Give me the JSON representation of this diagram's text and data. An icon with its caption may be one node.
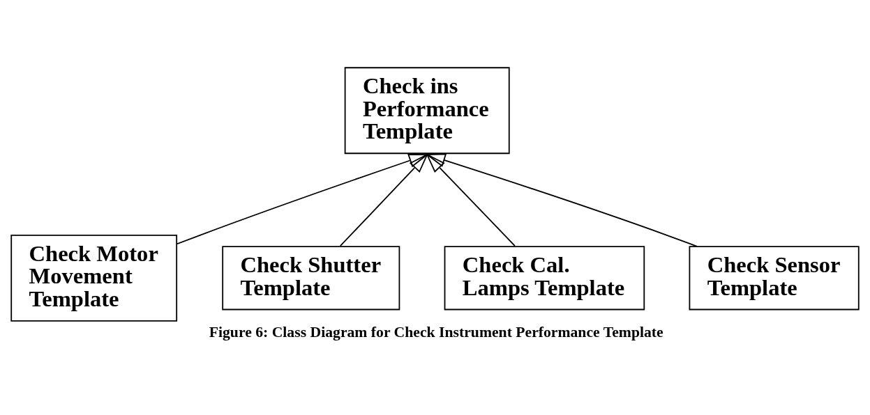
{
  "diagram": {
    "caption": "Figure 6: Class Diagram for Check Instrument Performance Template",
    "nodes": [
      {
        "text": [
          "Check ins Performance Template"
        ]
      },
      {
        "text": [
          "Check Motor Movement Template"
        ]
      },
      {
        "text": [
          "Check Shutter Template"
        ]
      },
      {
        "text": [
          "Check Cal. Lamps Template"
        ]
      },
      {
        "text": [
          "Check Sensor Template"
        ]
      }
    ],
    "edges": [
      {
        "from": 1,
        "to": 0,
        "arrow": "to"
      },
      {
        "from": 2,
        "to": 0,
        "arrow": "to"
      },
      {
        "from": 3,
        "to": 0,
        "arrow": "to"
      },
      {
        "from": 4,
        "to": 0,
        "arrow": "to"
      }
    ]
  }
}
